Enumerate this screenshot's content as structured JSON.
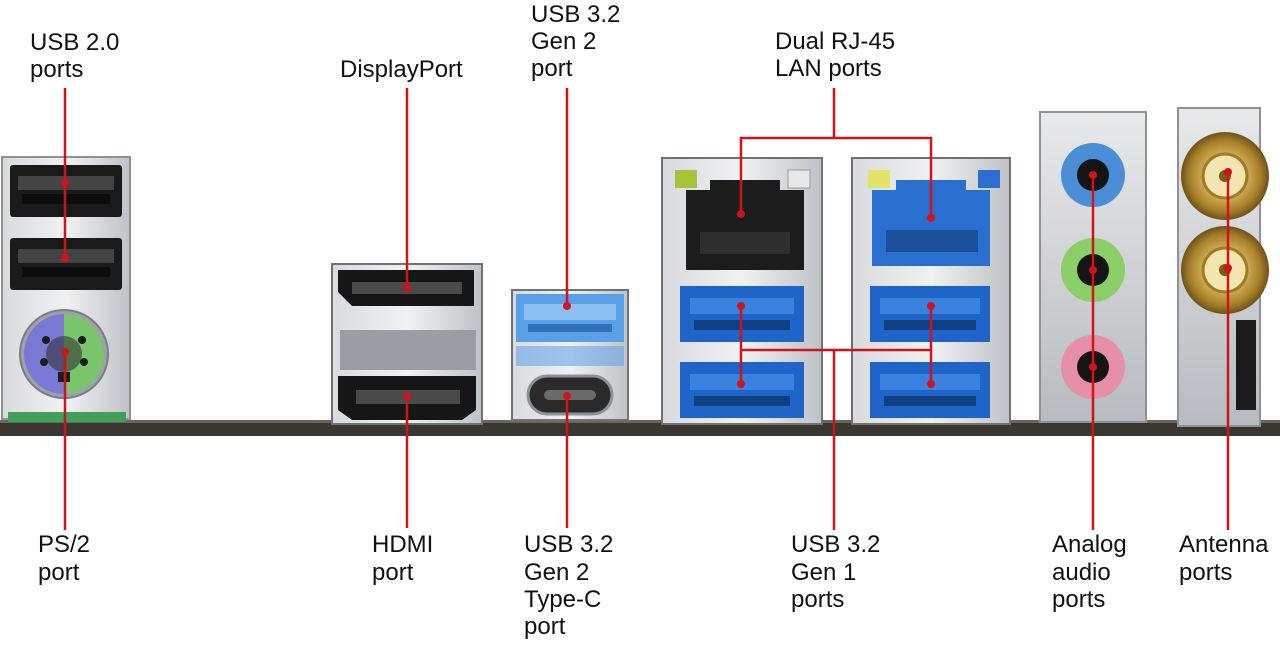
{
  "labels": {
    "usb20": [
      "USB 2.0",
      "ports"
    ],
    "displayport": [
      "DisplayPort"
    ],
    "usb32gen2": [
      "USB 3.2",
      "Gen 2",
      "port"
    ],
    "rj45": [
      "Dual RJ-45",
      "LAN ports"
    ],
    "ps2": [
      "PS/2",
      "port"
    ],
    "hdmi": [
      "HDMI",
      "port"
    ],
    "usb32gen2c": [
      "USB 3.2",
      "Gen 2",
      "Type-C",
      "port"
    ],
    "usb32gen1": [
      "USB 3.2",
      "Gen 1",
      "ports"
    ],
    "audio": [
      "Analog",
      "audio",
      "ports"
    ],
    "antenna": [
      "Antenna",
      "ports"
    ]
  },
  "colors": {
    "callout_line": "#d0121b",
    "usb3_blue": "#1f64c8",
    "usb32gen2_lightblue": "#5aa0e8",
    "lan_blue": "#2a6fd0",
    "audio_blue": "#4a8fd6",
    "audio_green": "#8ccf6a",
    "audio_pink": "#e58fa8",
    "ps2_purple": "#7a7ad6",
    "ps2_green": "#7ac46a",
    "antenna_gold": "#c9a448",
    "io_shield": "#c9ccd0",
    "pcb": "#3a3630"
  }
}
